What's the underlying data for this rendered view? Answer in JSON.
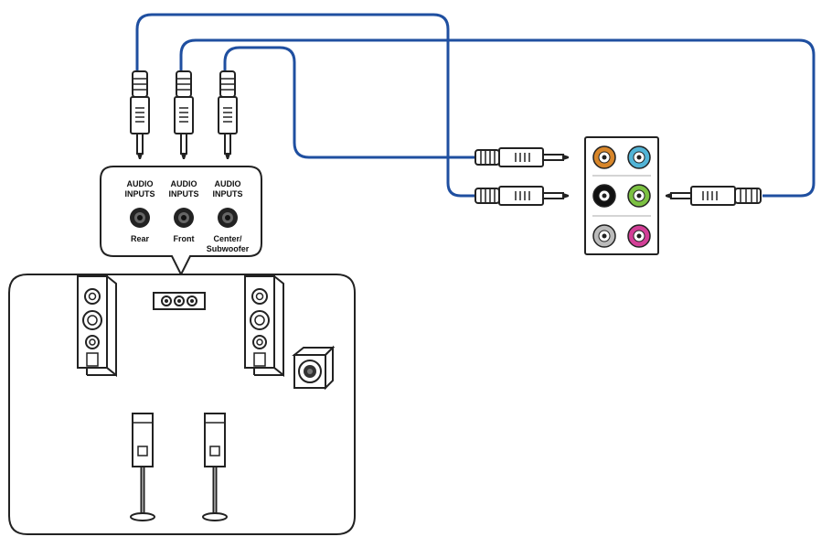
{
  "audio_inputs": [
    {
      "top1": "AUDIO",
      "top2": "INPUTS",
      "name": "Rear",
      "name2": ""
    },
    {
      "top1": "AUDIO",
      "top2": "INPUTS",
      "name": "Front",
      "name2": ""
    },
    {
      "top1": "AUDIO",
      "top2": "INPUTS",
      "name": "Center/",
      "name2": "Subwoofer"
    }
  ],
  "colors": {
    "cable": "#1f4fa0",
    "outline": "#222222",
    "jack_orange": "#d8862a",
    "jack_blue": "#52b4d6",
    "jack_black": "#111111",
    "jack_green": "#7cc142",
    "jack_gray": "#bbbbbb",
    "jack_pink": "#d23f97"
  },
  "icons": {
    "plug": "rca-plug-icon",
    "port_panel": "rear-audio-port-panel-icon",
    "front_speaker": "tower-speaker-icon",
    "subwoofer": "subwoofer-icon",
    "rear_speaker": "stand-speaker-icon",
    "receiver": "connector-block-icon"
  }
}
